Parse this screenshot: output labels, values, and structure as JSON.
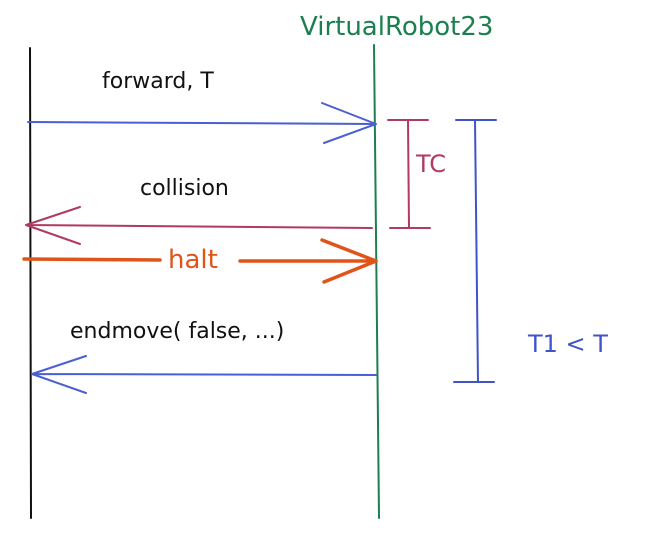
{
  "diagram": {
    "participant": "VirtualRobot23",
    "messages": [
      {
        "id": "forward",
        "label": "forward, T",
        "direction": "to-robot",
        "color": "#4a5fd3"
      },
      {
        "id": "collision",
        "label": "collision",
        "direction": "to-client",
        "color": "#b03a64"
      },
      {
        "id": "halt",
        "label": "halt",
        "direction": "to-robot",
        "color": "#e0541a"
      },
      {
        "id": "endmove",
        "label": "endmove( false, ...)",
        "direction": "to-client",
        "color": "#4a5fd3"
      }
    ],
    "intervals": [
      {
        "label": "TC",
        "color": "#b03a64"
      },
      {
        "label": "T1 < T",
        "color": "#3f54c9"
      }
    ],
    "colors": {
      "client_line": "#111111",
      "robot_line": "#1b7f4f",
      "participant_title": "#1b7f4f"
    }
  }
}
